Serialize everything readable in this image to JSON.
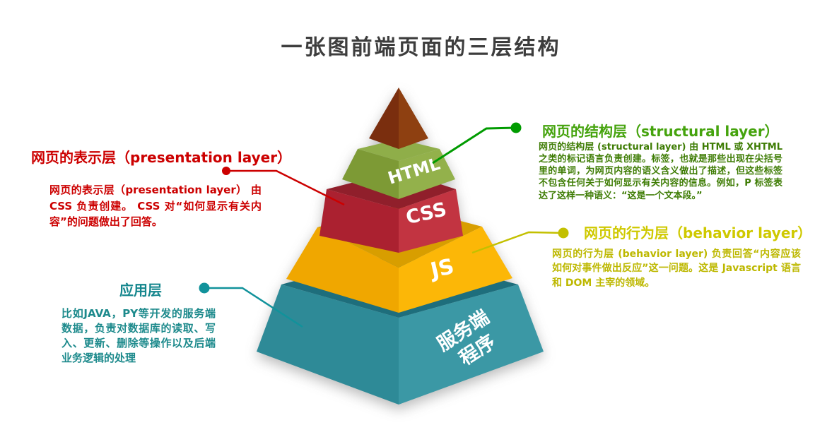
{
  "title": "一张图前端页面的三层结构",
  "pyramid": {
    "cap": {
      "name": "apex-cap"
    },
    "layers": [
      {
        "name": "html-layer",
        "label": "HTML"
      },
      {
        "name": "css-layer",
        "label": "CSS"
      },
      {
        "name": "js-layer",
        "label": "JS"
      },
      {
        "name": "server-layer",
        "label_line1": "服务端",
        "label_line2": "程序"
      }
    ]
  },
  "callouts": {
    "presentation": {
      "heading": "网页的表示层（presentation layer）",
      "body": "网页的表示层（presentation layer） 由 CSS 负责创建。 CSS 对“如何显示有关内容”的问题做出了回答。",
      "color": "#cc0000"
    },
    "structural": {
      "heading": "网页的结构层（structural layer）",
      "body": "网页的结构层 (structural layer) 由 HTML 或 XHTML 之类的标记语言负责创建。标签，也就是那些出现在尖括号里的单词，为网页内容的语义含义做出了描述，但这些标签不包含任何关于如何显示有关内容的信息。例如，P 标签表达了这样一种语义：“这是一个文本段。”",
      "color": "#45a30d"
    },
    "behavior": {
      "heading": "网页的行为层（behavior layer）",
      "body": "网页的行为层 (behavior layer) 负责回答“内容应该如何对事件做出反应”这一问题。这是 Javascript 语言和 DOM 主宰的领域。",
      "color": "#cfc900"
    },
    "application": {
      "heading": "应用层",
      "body": "比如JAVA，PY等开发的服务端数据，负责对数据库的读取、写入、更新、删除等操作以及后端业务逻辑的处理",
      "color": "#14868d"
    }
  },
  "colors": {
    "title_text": "#3d3d3d",
    "cap_left": "#7a2e0e",
    "cap_right": "#8e4011",
    "html_top": "#8fae49",
    "html_left": "#7d9a35",
    "html_right": "#93b14b",
    "css_top": "#901f2b",
    "css_left": "#ab2130",
    "css_right": "#c23441",
    "js_top": "#d89e00",
    "js_left": "#f0a700",
    "js_right": "#fcb707",
    "server_top": "#1e6e7c",
    "server_left": "#2e8a97",
    "server_right": "#3b98a5",
    "line_presentation": "#cc0000",
    "line_structural": "#009b00",
    "line_behavior": "#c3c000",
    "line_application": "#11929b"
  }
}
